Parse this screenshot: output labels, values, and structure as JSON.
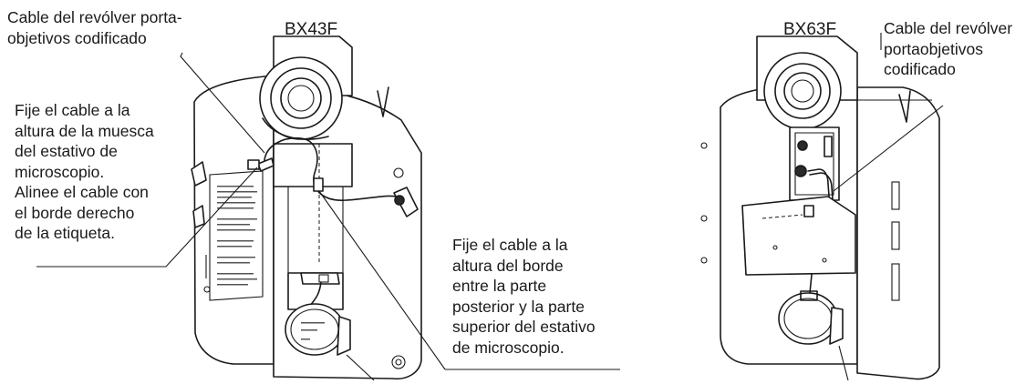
{
  "titles": {
    "left_model": "BX43F",
    "right_model": "BX63F"
  },
  "labels": {
    "left_cable": "Cable del revólver porta-\nobjetivos codificado",
    "left_notch": "Fije el cable a la\naltura de la muesca\ndel estativo de\nmicroscopio.\nAlinee el cable con\nel borde derecho\nde la etiqueta.",
    "center_edge": "Fije el cable a la\naltura del borde\nentre la parte\nposterior y la parte\nsuperior del estativo\nde microscopio.",
    "right_cable": "Cable del revólver\nportaobjetivos\ncodificado"
  }
}
